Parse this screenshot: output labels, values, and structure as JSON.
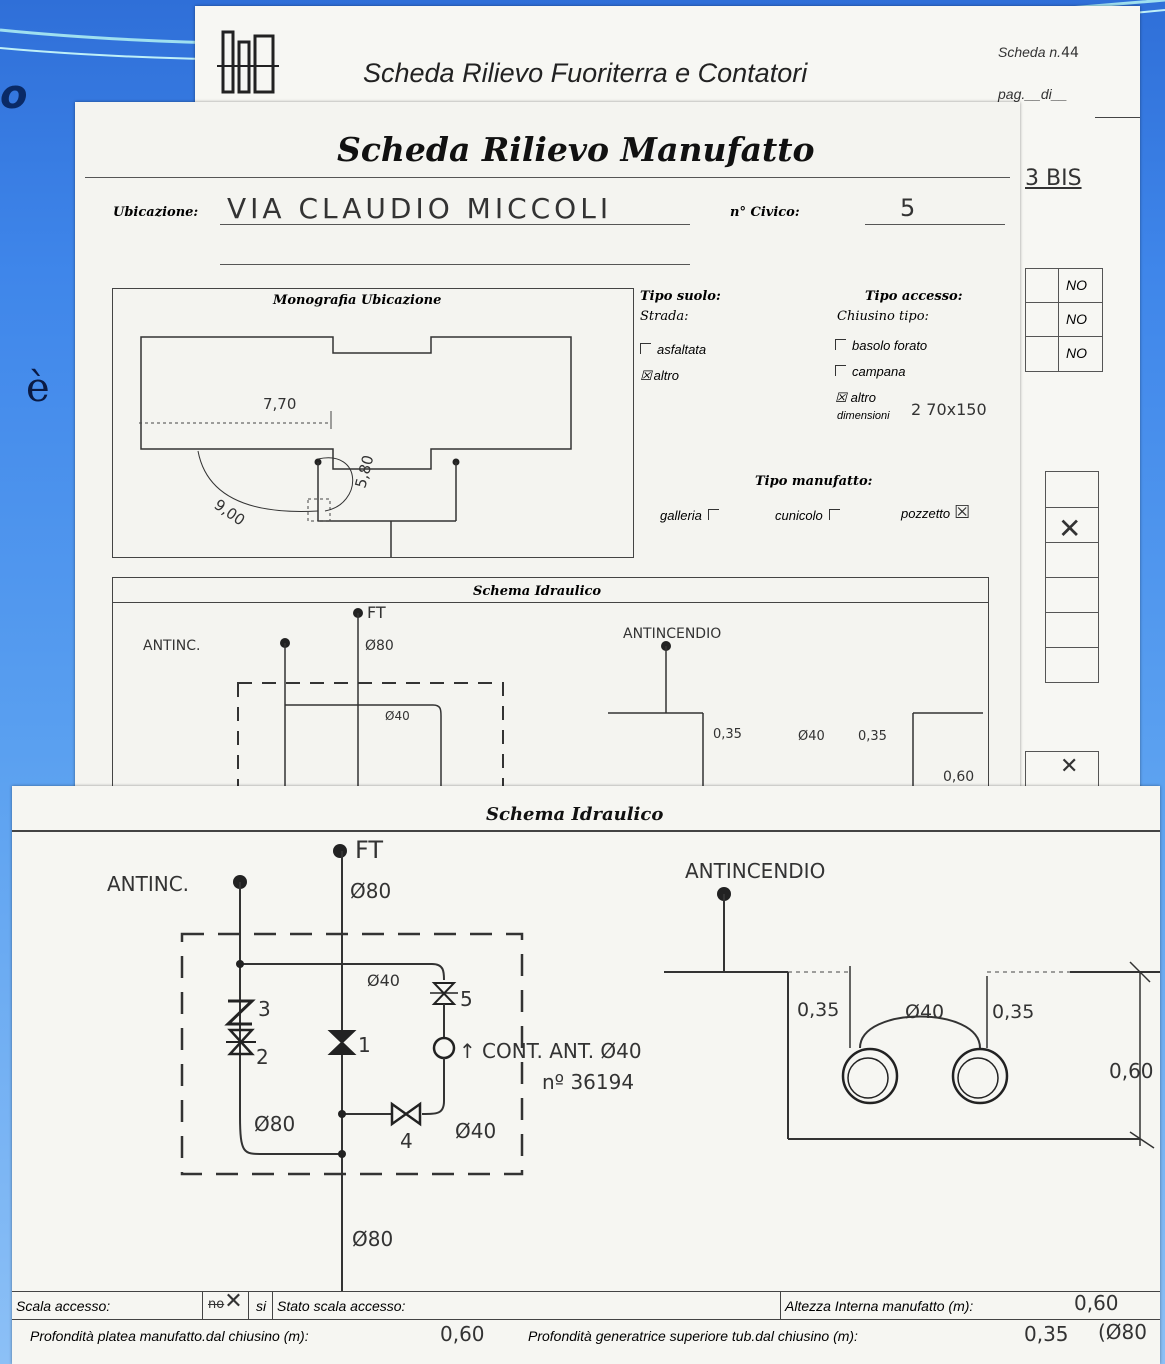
{
  "slide": {
    "title": "o",
    "text": "è"
  },
  "sheet1": {
    "title": "Scheda Rilievo Fuoriterra e Contatori",
    "scheda_label": "Scheda n.",
    "scheda_value": "44",
    "pag_label": "pag.__di__",
    "bis": "3 BIS",
    "no_labels": [
      "NO",
      "NO",
      "NO"
    ]
  },
  "sheet2": {
    "title": "Scheda Rilievo Manufatto",
    "ubicazione_label": "Ubicazione:",
    "ubicazione_value": "VIA CLAUDIO MICCOLI",
    "civico_label": "n° Civico:",
    "civico_value": "5",
    "monografia_title": "Monografia Ubicazione",
    "tipo_suolo": "Tipo suolo:",
    "strada": "Strada:",
    "asfaltata": "asfaltata",
    "altro": "altro",
    "tipo_accesso": "Tipo accesso:",
    "chiusino_tipo": "Chiusino tipo:",
    "basolo_forato": "basolo forato",
    "campana": "campana",
    "altro2": "altro",
    "dimensioni": "dimensioni",
    "dimensioni_value": "2 70x150",
    "tipo_manufatto": "Tipo manufatto:",
    "galleria": "galleria",
    "cunicolo": "cunicolo",
    "pozzetto": "pozzetto",
    "dim_770": "7,70",
    "dim_900": "9,00",
    "dim_580": "5,80",
    "schema_title": "Schema Idraulico"
  },
  "schema": {
    "title": "Schema Idraulico",
    "ft": "FT",
    "antinc": "ANTINC.",
    "antincendio": "ANTINCENDIO",
    "d80_top": "Ø80",
    "d40_top": "Ø40",
    "n3": "3",
    "n2": "2",
    "n1": "1",
    "n5": "5",
    "n4": "4",
    "cont_ant": "CONT. ANT. Ø40",
    "matricola": "nº 36194",
    "d80_left": "Ø80",
    "d40_bottom": "Ø40",
    "d80_bottom": "Ø80",
    "d035_left": "0,35",
    "d040": "Ø40",
    "d035_right": "0,35",
    "d060": "0,60"
  },
  "footer": {
    "scala_accesso": "Scala accesso:",
    "no": "no",
    "si": "si",
    "stato_scala": "Stato scala accesso:",
    "altezza_label": "Altezza Interna manufatto (m):",
    "altezza_value": "0,60",
    "profondita_platea_label": "Profondità platea manufatto.dal chiusino (m):",
    "profondita_platea_value": "0,60",
    "profondita_gen_label": "Profondità generatrice superiore tub.dal chiusino (m):",
    "profondita_gen_value": "0,35",
    "extra": "(Ø80"
  }
}
